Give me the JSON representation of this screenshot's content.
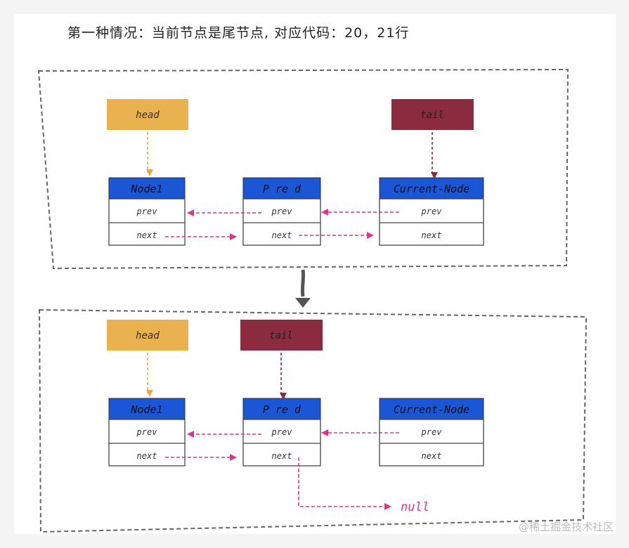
{
  "title": "第一种情况：当前节点是尾节点, 对应代码：20，21行",
  "watermark": "@稀土掘金技术社区",
  "colors": {
    "head": "#eab14f",
    "tail": "#8a2b3f",
    "node_header": "#1a56d6",
    "link": "#e0348a",
    "pointer": "#e8a846",
    "tail_pointer": "#8a2b3f"
  },
  "before": {
    "head_label": "head",
    "tail_label": "tail",
    "nodes": [
      {
        "name": "Node1",
        "prev": "prev",
        "next": "next"
      },
      {
        "name": "P re d",
        "prev": "prev",
        "next": "next"
      },
      {
        "name": "Current-Node",
        "prev": "prev",
        "next": "next"
      }
    ]
  },
  "after": {
    "head_label": "head",
    "tail_label": "tail",
    "nodes": [
      {
        "name": "Node1",
        "prev": "prev",
        "next": "next"
      },
      {
        "name": "P re d",
        "prev": "prev",
        "next": "next"
      },
      {
        "name": "Current-Node",
        "prev": "prev",
        "next": "next"
      }
    ],
    "null_label": "null"
  }
}
